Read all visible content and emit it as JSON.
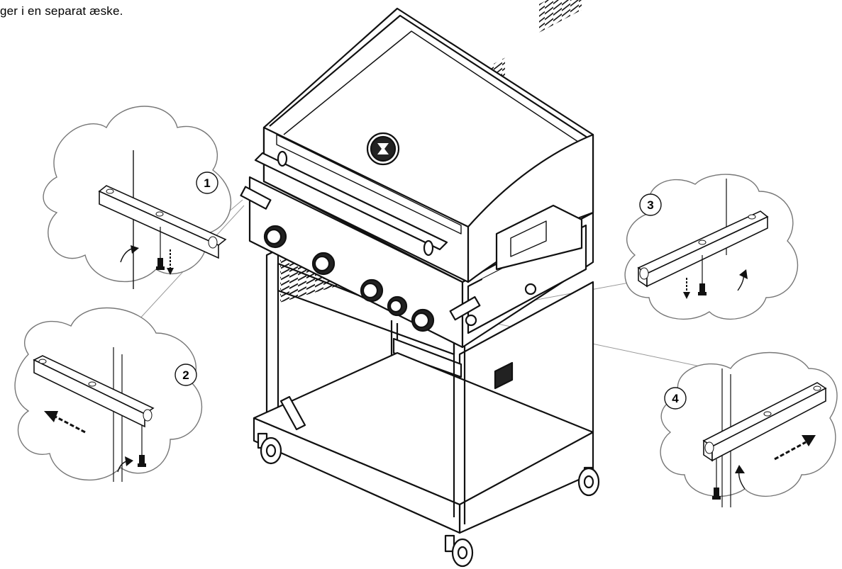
{
  "caption": "ger i en separat æske.",
  "callouts": [
    {
      "label": "1"
    },
    {
      "label": "2"
    },
    {
      "label": "3"
    },
    {
      "label": "4"
    }
  ],
  "icons": {
    "grill": "gas-grill-illustration",
    "logo": "brand-emblem-icon",
    "screw": "screw-icon",
    "arrow": "direction-arrow-icon"
  }
}
